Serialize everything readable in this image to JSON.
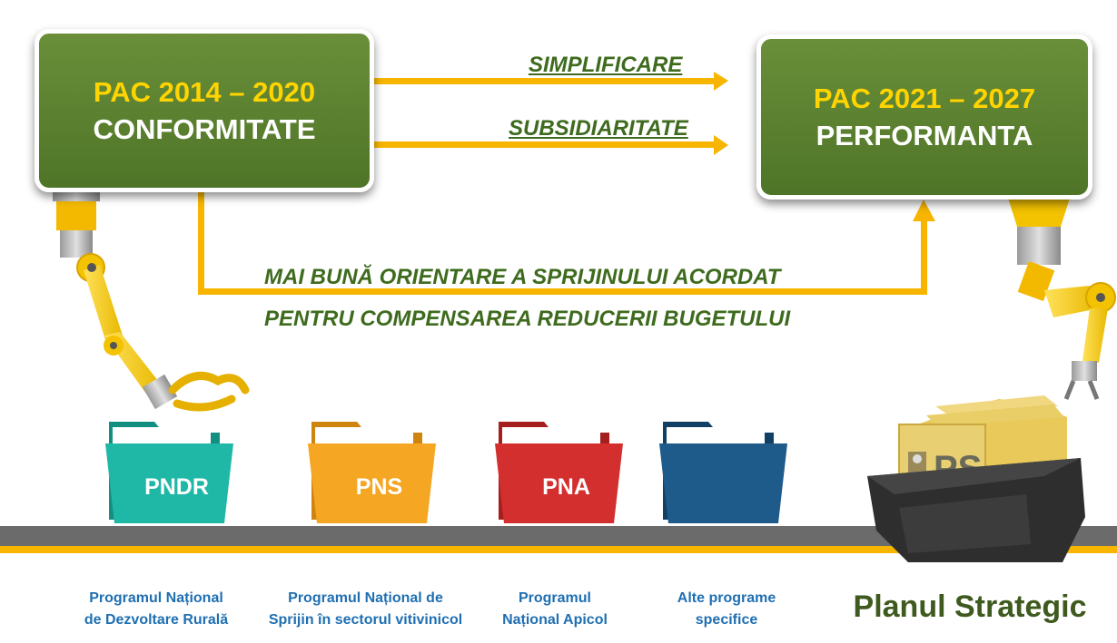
{
  "left_box": {
    "years": "PAC 2014 – 2020",
    "label": "CONFORMITATE"
  },
  "right_box": {
    "years": "PAC 2021 – 2027",
    "label": "PERFORMANTA"
  },
  "arrows": {
    "top": "SIMPLIFICARE",
    "middle": "SUBSIDIARITATE",
    "bottom_line1": "MAI BUNĂ ORIENTARE A SPRIJINULUI ACORDAT",
    "bottom_line2": "PENTRU COMPENSAREA REDUCERII BUGETULUI"
  },
  "folders": [
    {
      "label": "PNDR",
      "color": "#1fb8a6",
      "caption_line1": "Programul Național",
      "caption_line2": "de Dezvoltare Rurală"
    },
    {
      "label": "PNS",
      "color": "#f5a623",
      "caption_line1": "Programul Național de",
      "caption_line2": "Sprijin în sectorul vitivinicol"
    },
    {
      "label": "PNA",
      "color": "#d32f2f",
      "caption_line1": "Programul",
      "caption_line2": "Național Apicol"
    },
    {
      "label": "",
      "color": "#1e5a8a",
      "caption_line1": "Alte programe",
      "caption_line2": "specifice"
    }
  ],
  "strategic_plan": {
    "title": "Planul Strategic",
    "box_label": "PS"
  },
  "colors": {
    "green_box": "#5a8230",
    "arrow_yellow": "#f7b500",
    "text_green": "#3e6b1e",
    "caption_blue": "#1f6fb2",
    "belt_gray": "#6b6b6b"
  }
}
